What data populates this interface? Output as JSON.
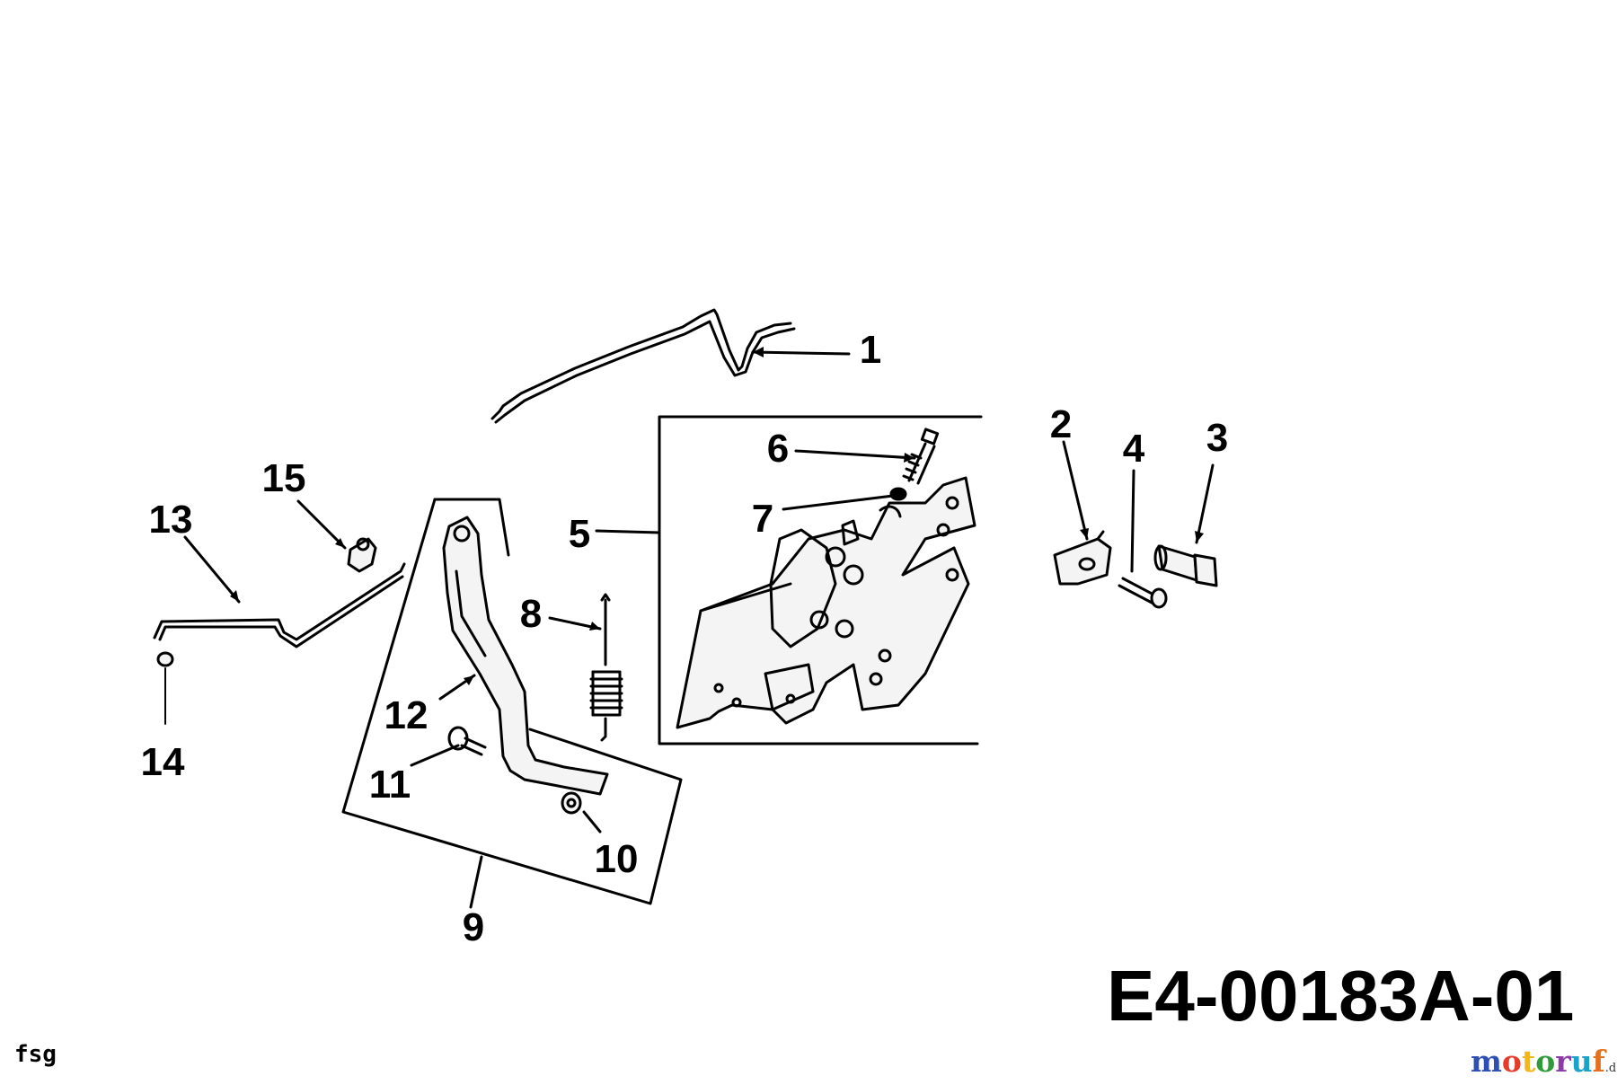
{
  "diagram": {
    "code": "E4-00183A-01",
    "artist_mark": "fsg",
    "watermark": {
      "letters": [
        "m",
        "o",
        "t",
        "o",
        "r",
        "u",
        "f"
      ],
      "suffix": ".de",
      "colors": [
        "#2e4fb5",
        "#e53b2b",
        "#f2b51c",
        "#2f9b3b",
        "#8b3aa8",
        "#1aa3c9",
        "#e5711f"
      ]
    },
    "callouts": [
      "1",
      "2",
      "3",
      "4",
      "5",
      "6",
      "7",
      "8",
      "9",
      "10",
      "11",
      "12",
      "13",
      "14",
      "15"
    ]
  },
  "colors": {
    "ink": "#000000",
    "paper": "#ffffff",
    "part_fill": "#f4f4f4"
  }
}
